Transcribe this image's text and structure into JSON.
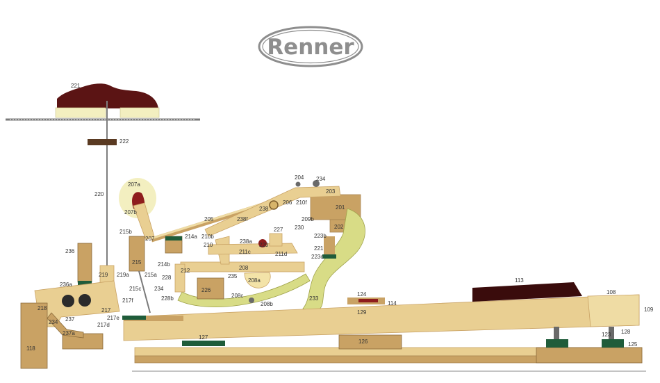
{
  "brand": {
    "logo_text": "Renner"
  },
  "colors": {
    "wood": "#e9cf92",
    "wood_dark": "#c9a264",
    "felt_green": "#1f5c3a",
    "mahogany": "#5b1414",
    "frame_green": "#d8dc86",
    "cream": "#f3efc0",
    "logo_gray": "#8e8e8e",
    "key_black": "#3a0c0c"
  },
  "labels": {
    "l221": "221",
    "l222": "222",
    "l220": "220",
    "l207a": "207a",
    "l207b": "207b",
    "l204": "204",
    "l234_top": "234",
    "l203": "203",
    "l201": "201",
    "l206": "206",
    "l210f": "210f",
    "l238": "238",
    "l205": "205",
    "l238f": "238f",
    "l209b": "209b",
    "l202": "202",
    "l227": "227",
    "l230": "230",
    "l223b": "223b",
    "l221b": "221",
    "l214a": "214a",
    "l210b": "210b",
    "l238a": "238a",
    "l229": "229",
    "l210": "210",
    "l211c": "211c",
    "l211d": "211d",
    "l223c": "223c",
    "l215b": "215b",
    "l207": "207",
    "l236": "236",
    "l215": "215",
    "l214b": "214b",
    "l208": "208",
    "l212": "212",
    "l219": "219",
    "l219a": "219a",
    "l215a": "215a",
    "l228": "228",
    "l235": "235",
    "l236a": "236a",
    "l215c": "215c",
    "l234_mid": "234",
    "l208a": "208a",
    "l226": "226",
    "l228b": "228b",
    "l217f": "217f",
    "l208c": "208c",
    "l208b": "208b",
    "l233": "233",
    "l218": "218",
    "l217": "217",
    "l217e": "217e",
    "l217d": "217d",
    "l237": "237",
    "l234_low": "234",
    "l237a": "237a",
    "l118": "118",
    "l113": "113",
    "l124": "124",
    "l114": "114",
    "l129": "129",
    "l108": "108",
    "l109": "109",
    "l128": "128",
    "l123": "123",
    "l125": "125",
    "l127": "127",
    "l126": "126"
  }
}
